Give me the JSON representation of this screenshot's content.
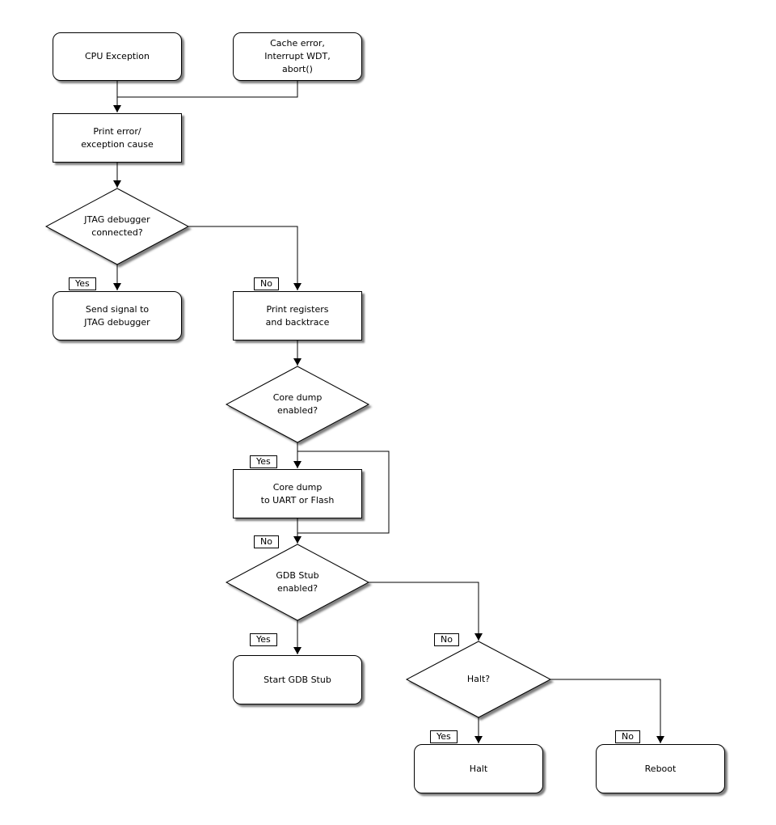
{
  "diagram_type": "flowchart",
  "colors": {
    "background": "#ffffff",
    "stroke": "#000000",
    "node_fill": "#ffffff",
    "shadow": "rgba(0,0,0,0.5)"
  },
  "nodes": {
    "cpu_exception": {
      "shape": "rounded-box",
      "label": "CPU Exception"
    },
    "cache_error": {
      "shape": "rounded-box",
      "label": "Cache error,\nInterrupt WDT,\nabort()"
    },
    "print_error": {
      "shape": "box",
      "label": "Print error/\nexception cause"
    },
    "jtag_connected": {
      "shape": "diamond",
      "label": "JTAG debugger\nconnected?"
    },
    "send_signal": {
      "shape": "rounded-box",
      "label": "Send signal to\nJTAG debugger"
    },
    "print_registers": {
      "shape": "box",
      "label": "Print registers\nand backtrace"
    },
    "core_dump_enabled": {
      "shape": "diamond",
      "label": "Core dump\nenabled?"
    },
    "core_dump": {
      "shape": "box",
      "label": "Core dump\nto UART or Flash"
    },
    "gdb_stub_enabled": {
      "shape": "diamond",
      "label": "GDB Stub\nenabled?"
    },
    "start_gdb_stub": {
      "shape": "rounded-box",
      "label": "Start GDB Stub"
    },
    "halt_question": {
      "shape": "diamond",
      "label": "Halt?"
    },
    "halt": {
      "shape": "rounded-box",
      "label": "Halt"
    },
    "reboot": {
      "shape": "rounded-box",
      "label": "Reboot"
    }
  },
  "edge_labels": {
    "jtag_yes": "Yes",
    "jtag_no": "No",
    "coredump_yes": "Yes",
    "coredump_no": "No",
    "gdbstub_yes": "Yes",
    "gdbstub_no": "No",
    "halt_yes": "Yes",
    "halt_no": "No"
  }
}
